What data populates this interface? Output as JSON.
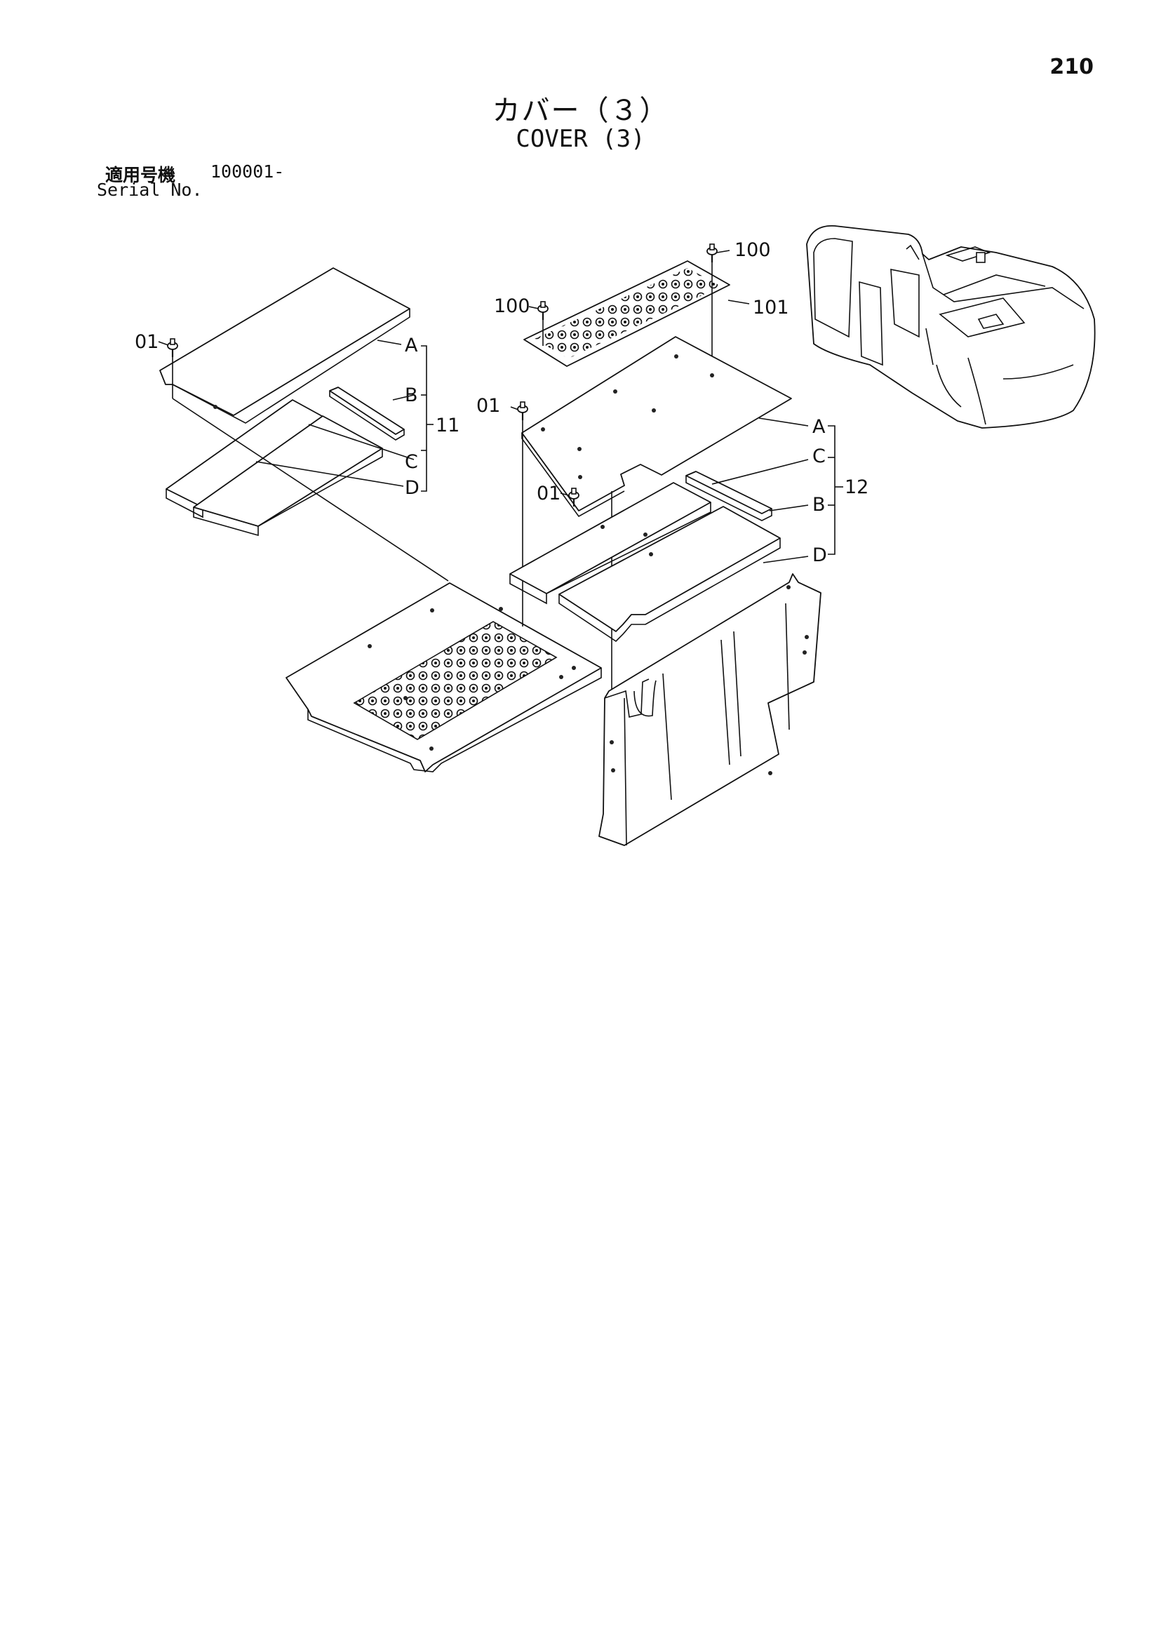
{
  "page": {
    "number": "210",
    "title_jp": "カバー（３）",
    "title_en": "COVER (3)"
  },
  "serial": {
    "jp_label": "適用号機",
    "value": "100001-",
    "en_label": "Serial No."
  },
  "callouts": {
    "left_bolt": "01",
    "left_a": "A",
    "left_b": "B",
    "left_c": "C",
    "left_d": "D",
    "left_assembly": "11",
    "top_bolt_right": "100",
    "top_bolt_left": "100",
    "top_plate": "101",
    "mid_bolt_upper": "01",
    "mid_bolt_lower": "01",
    "right_a": "A",
    "right_c": "C",
    "right_b": "B",
    "right_d": "D",
    "right_assembly": "12"
  },
  "icons": {
    "bolt": "bolt-icon",
    "machine": "excavator-icon"
  }
}
